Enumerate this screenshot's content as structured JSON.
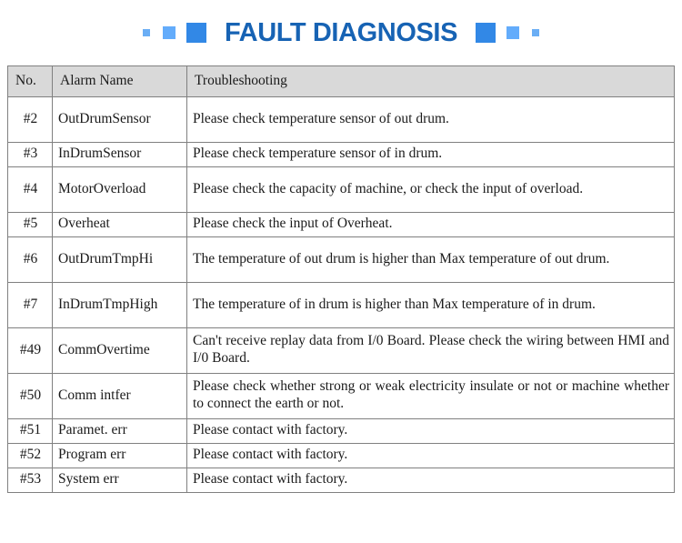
{
  "banner": {
    "title": "FAULT DIAGNOSIS",
    "title_color": "#1763b4",
    "square_colors": {
      "small": "#6aaef5",
      "medium": "#63acfb",
      "large": "#3288e6"
    },
    "decor_left": [
      "square-small",
      "square-medium",
      "square-large"
    ],
    "decor_right": [
      "square-large",
      "square-medium",
      "square-small"
    ]
  },
  "table": {
    "header": {
      "no": "No.",
      "alarm_name": "Alarm Name",
      "troubleshooting": "Troubleshooting"
    },
    "header_bg": "#d9d9d9",
    "border_color": "#808080",
    "rows": [
      {
        "no": "#2",
        "alarm_name": "OutDrumSensor",
        "troubleshooting": "Please check temperature sensor of out drum.",
        "lines": 2
      },
      {
        "no": "#3",
        "alarm_name": "InDrumSensor",
        "troubleshooting": "Please check temperature sensor of in drum.",
        "lines": 1
      },
      {
        "no": "#4",
        "alarm_name": "MotorOverload",
        "troubleshooting": "Please check the capacity of machine, or check the input of overload.",
        "lines": 2
      },
      {
        "no": "#5",
        "alarm_name": "Overheat",
        "troubleshooting": "Please check the input of Overheat.",
        "lines": 1
      },
      {
        "no": "#6",
        "alarm_name": "OutDrumTmpHi",
        "troubleshooting": "The temperature of out drum is higher than Max temperature of out drum.",
        "lines": 2
      },
      {
        "no": "#7",
        "alarm_name": "InDrumTmpHigh",
        "troubleshooting": "The temperature of in drum is higher than Max temperature of in drum.",
        "lines": 2
      },
      {
        "no": "#49",
        "alarm_name": "CommOvertime",
        "troubleshooting": "Can't receive replay data from I/0 Board. Please check the wiring between HMI and I/0 Board.",
        "lines": 2
      },
      {
        "no": "#50",
        "alarm_name": "Comm intfer",
        "troubleshooting": "Please check whether strong or weak electricity insulate or not or machine whether to connect the earth or not.",
        "lines": 2
      },
      {
        "no": "#51",
        "alarm_name": "Paramet. err",
        "troubleshooting": "Please contact with factory.",
        "lines": 1
      },
      {
        "no": "#52",
        "alarm_name": "Program err",
        "troubleshooting": "Please contact with factory.",
        "lines": 1
      },
      {
        "no": "#53",
        "alarm_name": "System err",
        "troubleshooting": "Please contact with factory.",
        "lines": 1
      }
    ]
  }
}
